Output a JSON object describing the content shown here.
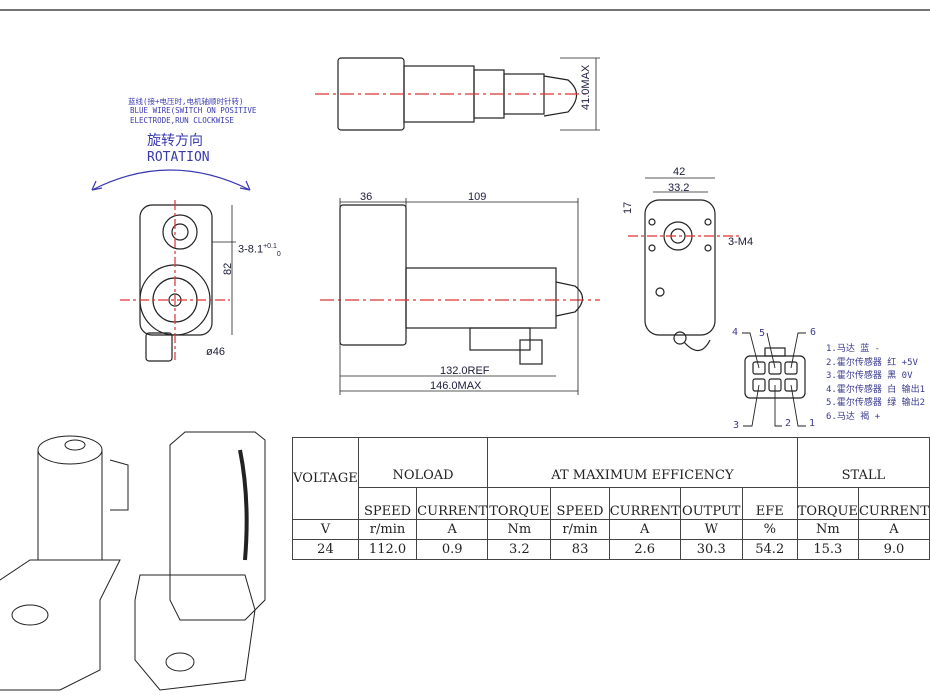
{
  "rotation_note": {
    "chinese": "蓝线(接+电压时,电机轴顺时针转)",
    "line1": "BLUE WIRE(SWITCH ON POSITIVE",
    "line2": "ELECTRODE,RUN CLOCKWISE",
    "title_cn": "旋转方向",
    "title": "ROTATION"
  },
  "dimensions": {
    "height_max": "41.0MAX",
    "len_36": "36",
    "len_109": "109",
    "ref_132": "132.0REF",
    "max_146": "146.0MAX",
    "holes": "3-8.1",
    "tol_upper": "+0.1",
    "tol_lower": "0",
    "height_82": "82",
    "dia_46": "ø46",
    "width_42": "42",
    "width_33": "33.2",
    "h_17": "17",
    "thread": "3-M4"
  },
  "connector": {
    "pin_numbers": [
      "1",
      "2",
      "3",
      "4",
      "5",
      "6"
    ],
    "legend": [
      "1.马达 蓝 -",
      "2.霍尔传感器 红 +5V",
      "3.霍尔传感器 黑 0V",
      "4.霍尔传感器 白 输出1",
      "5.霍尔传感器 绿 输出2",
      "6.马达 褐 +"
    ]
  },
  "table": {
    "voltage_header": "VOLTAGE",
    "groups": [
      "NOLOAD",
      "AT MAXIMUM EFFICENCY",
      "STALL"
    ],
    "columns": [
      "SPEED",
      "CURRENT",
      "TORQUE",
      "SPEED",
      "CURRENT",
      "OUTPUT",
      "EFE",
      "TORQUE",
      "CURRENT"
    ],
    "units": [
      "V",
      "r/min",
      "A",
      "Nm",
      "r/min",
      "A",
      "W",
      "%",
      "Nm",
      "A"
    ],
    "values": [
      "24",
      "112.0",
      "0.9",
      "3.2",
      "83",
      "2.6",
      "30.3",
      "54.2",
      "15.3",
      "9.0"
    ]
  }
}
